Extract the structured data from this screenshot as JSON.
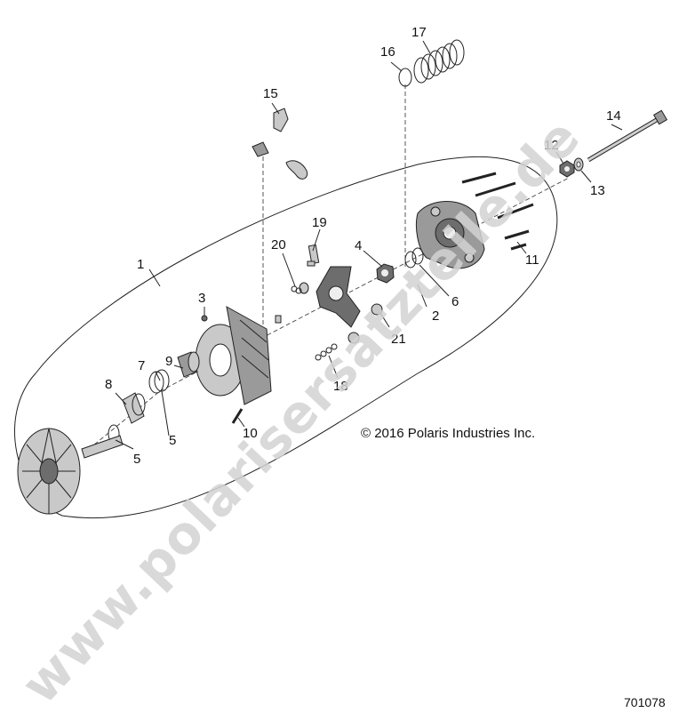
{
  "callouts": {
    "c1": "1",
    "c2": "2",
    "c3": "3",
    "c4": "4",
    "c5a": "5",
    "c5b": "5",
    "c6": "6",
    "c7": "7",
    "c8": "8",
    "c9": "9",
    "c10": "10",
    "c11": "11",
    "c12": "12",
    "c13": "13",
    "c14": "14",
    "c15": "15",
    "c16": "16",
    "c17": "17",
    "c18": "18",
    "c19": "19",
    "c20": "20",
    "c21": "21"
  },
  "copyright": "© 2016 Polaris Industries Inc.",
  "figure_number": "701078",
  "watermark": "www.polarisersatzteile.de",
  "colors": {
    "watermark": "#d2d2d2",
    "line": "#222222",
    "part_fill": "#9a9a9a"
  }
}
